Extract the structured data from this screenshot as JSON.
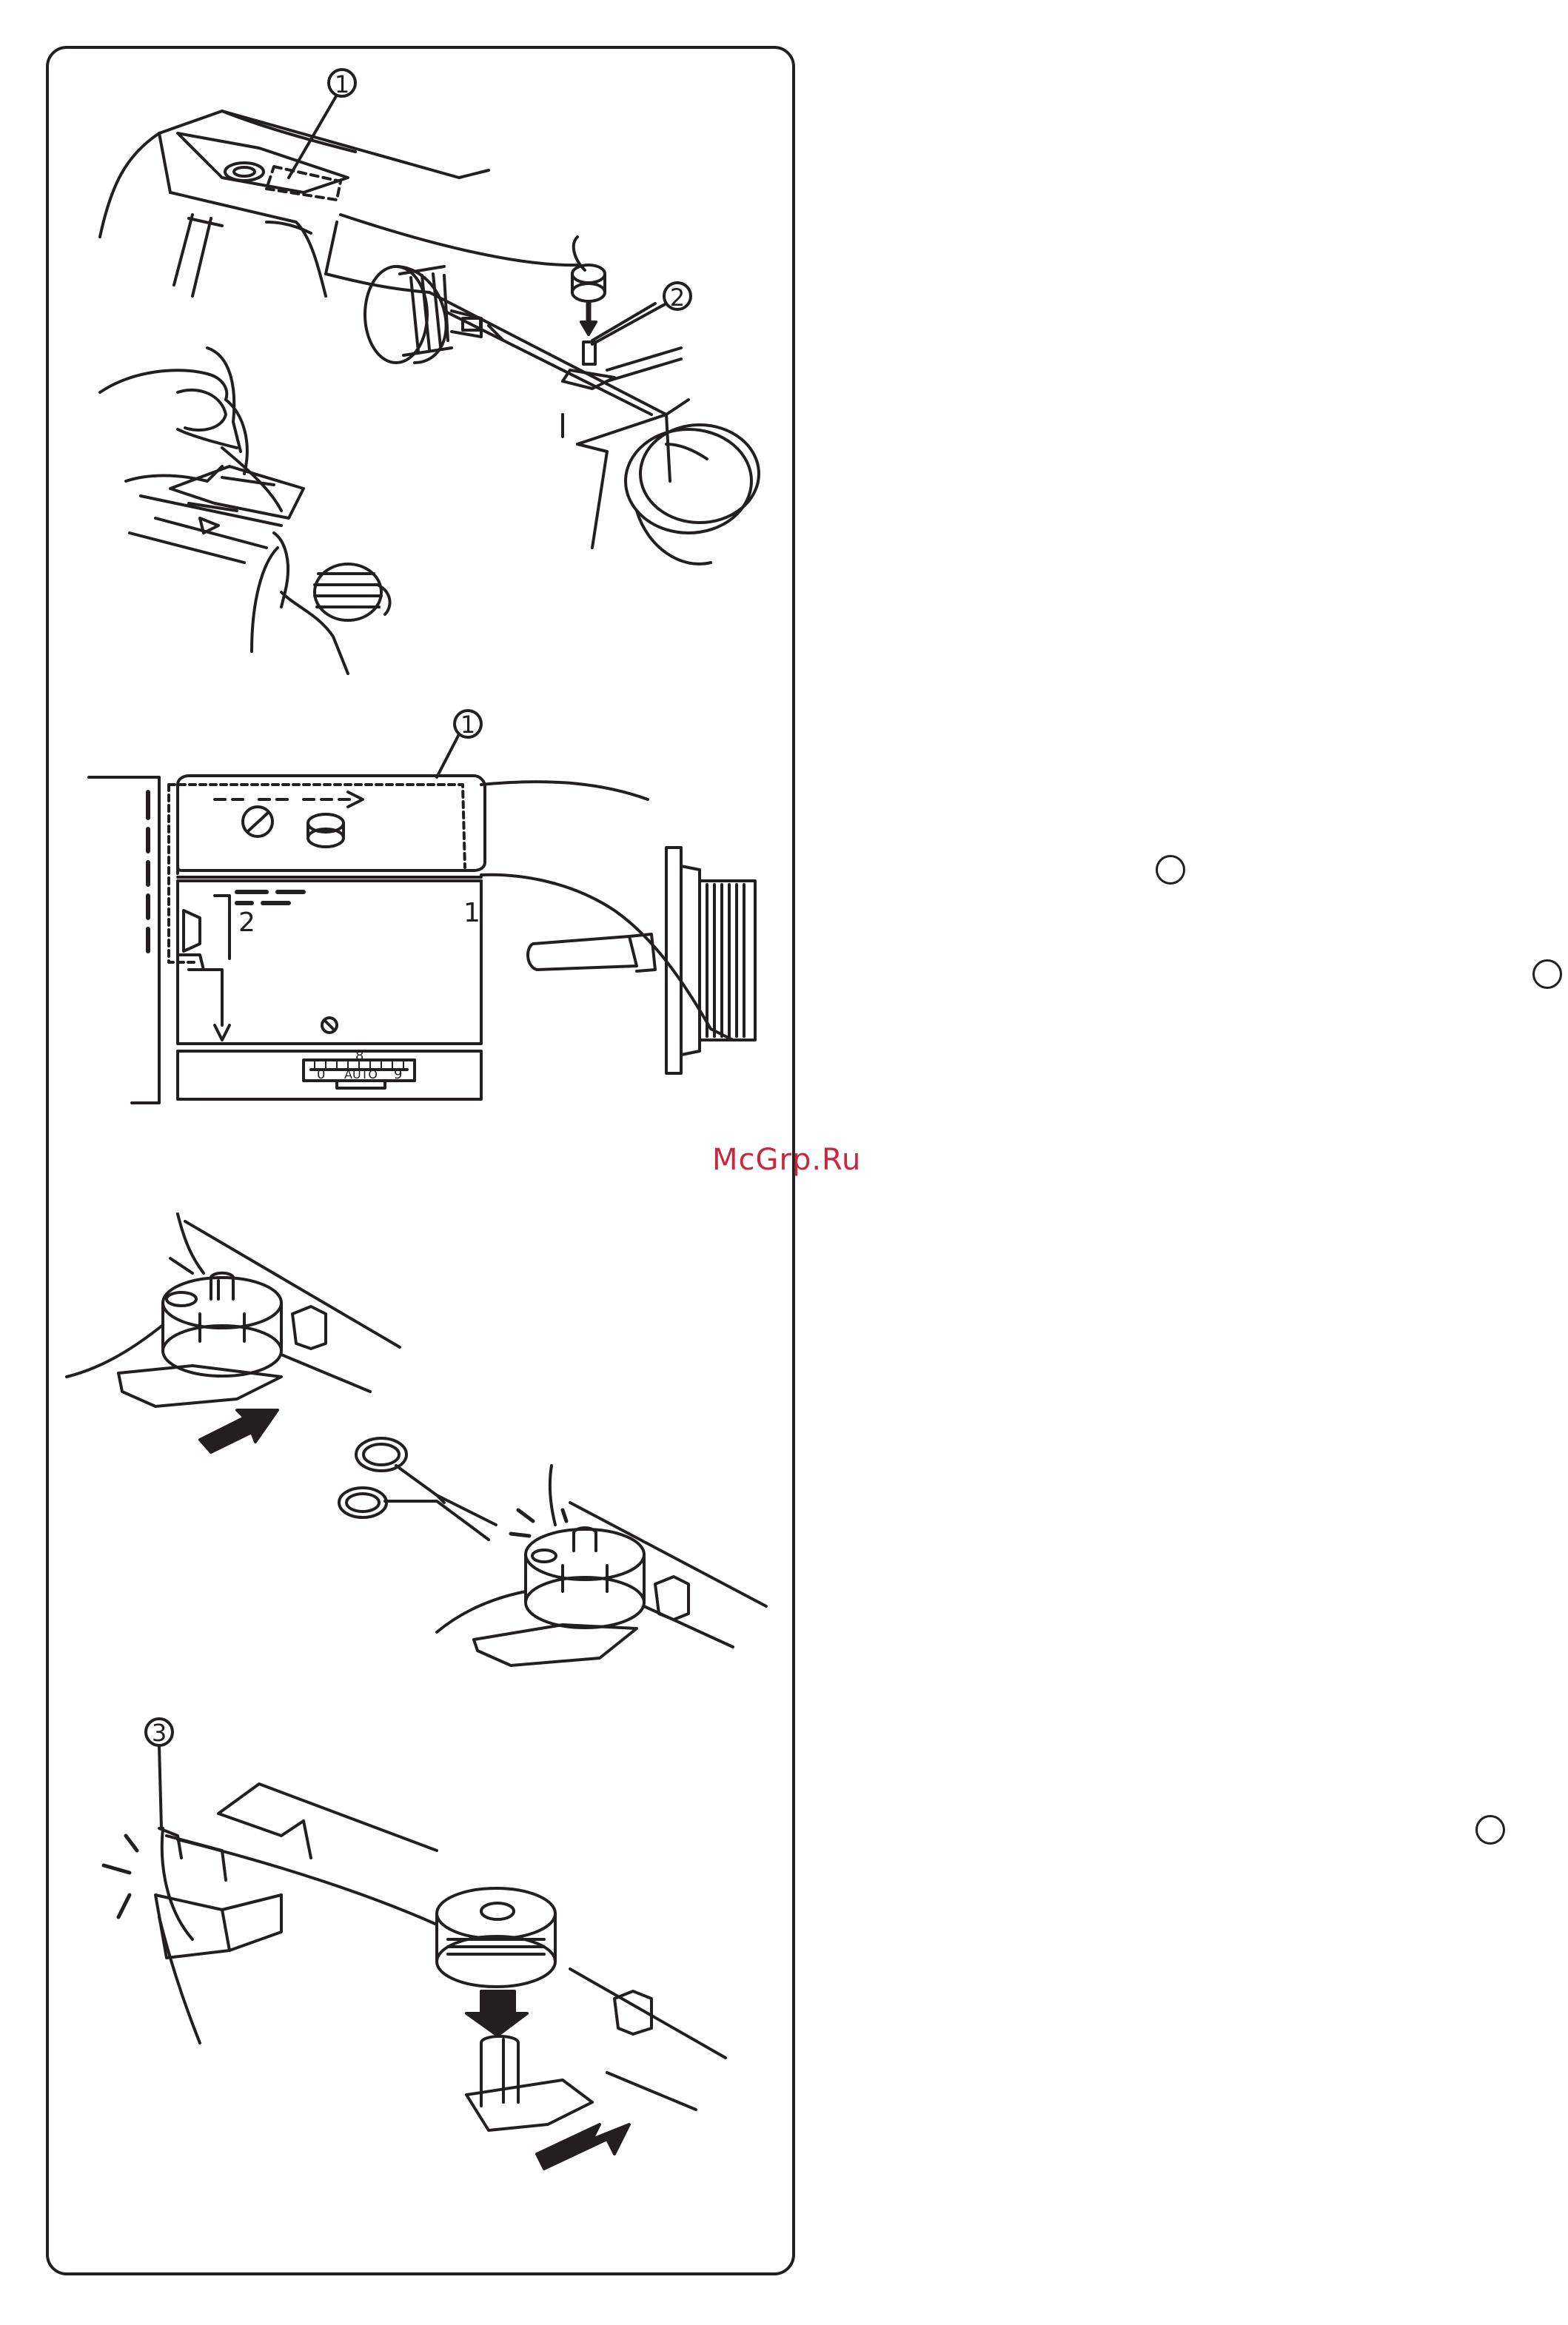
{
  "page": {
    "watermark": "McGrp.Ru",
    "callouts": {
      "one": "1",
      "two": "2",
      "three": "3"
    },
    "threading_labels": {
      "point_one": "1",
      "point_two": "2"
    },
    "dial": {
      "top_mark": "8",
      "min": "0",
      "auto": "AUTO",
      "max": "9"
    }
  }
}
